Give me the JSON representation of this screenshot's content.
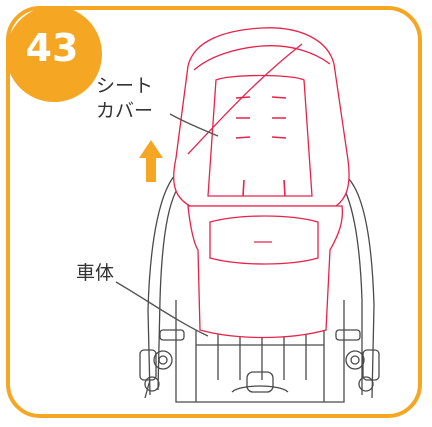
{
  "step": {
    "number": "43"
  },
  "callouts": {
    "seat_cover_line1": "シート",
    "seat_cover_line2": "カバー",
    "frame": "車体"
  },
  "colors": {
    "accent": "#f5a623",
    "cover_outline": "#e8234a",
    "frame_outline": "#4a4a4a"
  },
  "icons": {
    "direction": "arrow-up-icon"
  }
}
